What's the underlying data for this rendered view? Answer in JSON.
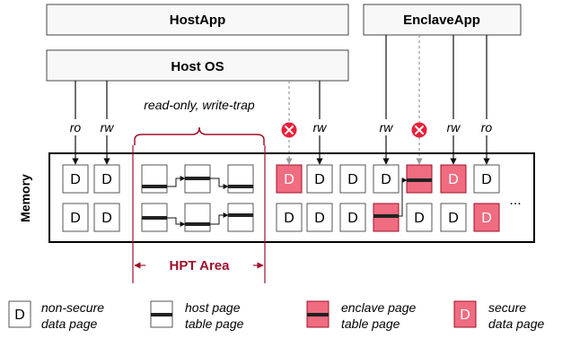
{
  "boxes": {
    "host_app": "HostApp",
    "enclave_app": "EnclaveApp",
    "host_os": "Host OS"
  },
  "annotation": {
    "text": "read-only, write-trap"
  },
  "permissions": {
    "ro_1": "ro",
    "rw_1": "rw",
    "rw_2": "rw",
    "rw_3": "rw",
    "rw_4": "rw",
    "ro_2": "ro"
  },
  "memory": {
    "label": "Memory",
    "ellipsis": "...",
    "page_char": "D"
  },
  "hpt_area": {
    "label": "HPT Area"
  },
  "legend": {
    "d_char": "D",
    "nonsecure_line1": "non-secure",
    "nonsecure_line2": "data page",
    "hostpt_line1": "host page",
    "hostpt_line2": "table page",
    "enclavept_line1": "enclave page",
    "enclavept_line2": "table page",
    "secure_line1": "secure",
    "secure_line2": "data page"
  },
  "colors": {
    "secure_fill": "#f06c80",
    "accent_red": "#a0102a",
    "error_red": "#e8203a",
    "box_border": "#444444",
    "box_fill": "#f8f8f8",
    "page_border": "#555555"
  },
  "icons": {
    "error": "x-circle-icon"
  }
}
